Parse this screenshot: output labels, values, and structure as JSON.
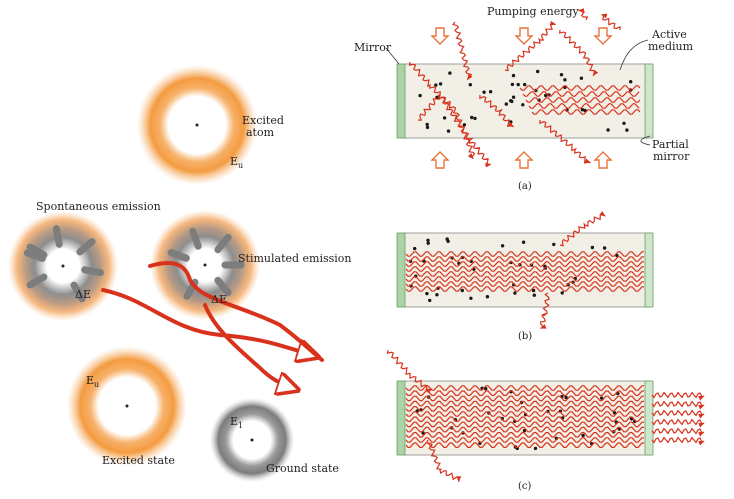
{
  "labels": {
    "pumping_energy": "Pumping energy",
    "mirror": "Mirror",
    "active_medium": "Active medium",
    "partial_mirror": "Partial mirror",
    "excited_atom": "Excited atom",
    "spontaneous_emission": "Spontaneous emission",
    "stimulated_emission": "Stimulated emission",
    "excited_state": "Excited state",
    "ground_state": "Ground state",
    "E_upper": "E",
    "E_upper_sub": "u",
    "E_lower": "E",
    "E_lower_sub": "1",
    "delta_E": "ΔE",
    "panel_a": "(a)",
    "panel_b": "(b)",
    "panel_c": "(c)"
  },
  "colors": {
    "photon": "#d8321c",
    "excited_glow": "#f3902e",
    "ground_glow": "#8a8a8a",
    "mirror": "#a9d4a6",
    "medium": "#f2efe6",
    "pump_arrow": "#e8743a",
    "atom_dot": "#1a1a1a"
  }
}
